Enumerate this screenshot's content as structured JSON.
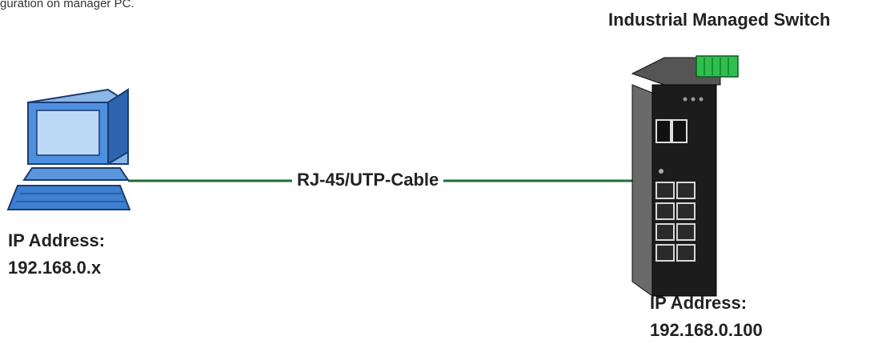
{
  "caption_fragment": "guration on manager PC.",
  "switch_title": "Industrial Managed Switch",
  "cable_label": "RJ-45/UTP-Cable",
  "pc": {
    "ip_label": "IP Address:",
    "ip_value": "192.168.0.x"
  },
  "switch": {
    "ip_label": "IP Address:",
    "ip_value": "192.168.0.100"
  },
  "colors": {
    "cable": "#1f6b3a",
    "pc_body": "#3d7fd1",
    "switch_body": "#1c1c1c",
    "terminal_block": "#2fbf4f"
  }
}
